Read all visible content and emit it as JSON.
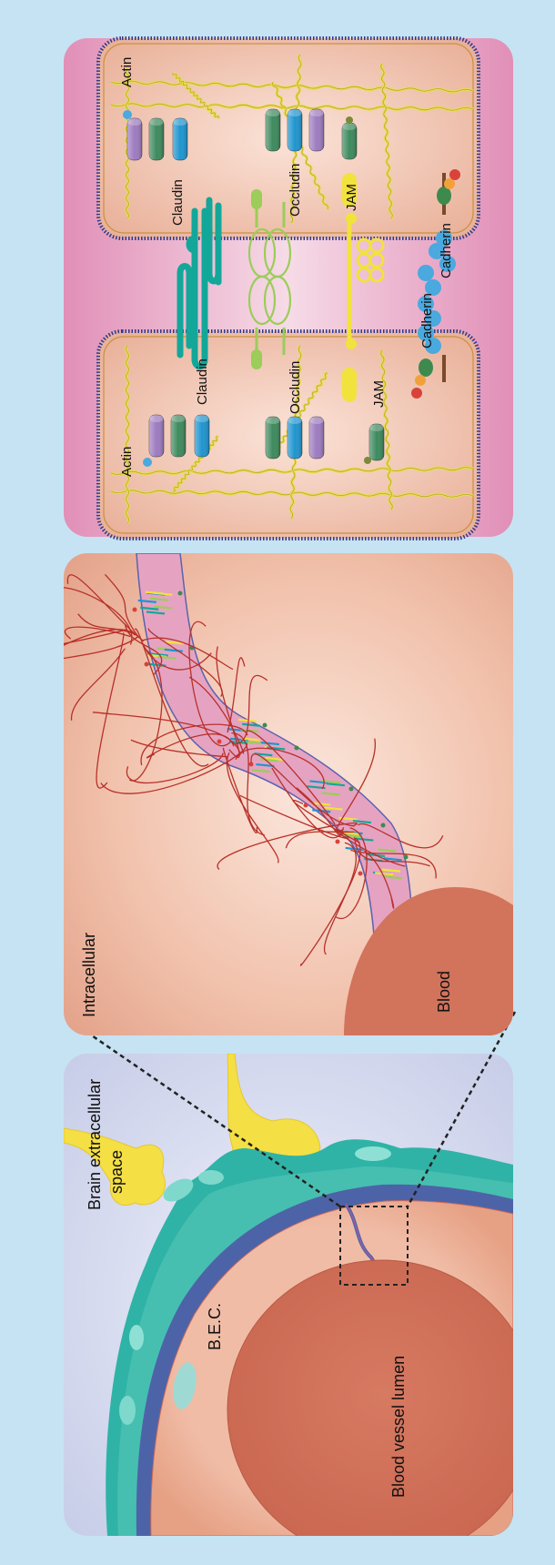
{
  "panel_left": {
    "extracellular_label_line1": "Brain extracellular",
    "extracellular_label_line2": "space",
    "bec_label": "B.E.C.",
    "lumen_label": "Blood vessel lumen"
  },
  "panel_middle": {
    "intracellular_label": "Intracellular",
    "blood_label": "Blood"
  },
  "panel_right": {
    "actin_top": "Actin",
    "actin_bottom": "Actin",
    "claudin_top": "Claudin",
    "claudin_bottom": "Claudin",
    "occludin_top": "Occludin",
    "occludin_bottom": "Occludin",
    "jam_top": "JAM",
    "jam_bottom": "JAM",
    "cadherin_top": "Cadherin",
    "cadherin_bottom": "Cadherin"
  },
  "colors": {
    "background": "#c6e3f3",
    "endothelial": "#e7a88f",
    "blood": "#d2735c",
    "astrocyte_teal": "#2fb3a6",
    "astrocyte_yellow": "#f5e04a",
    "basement_membrane": "#4d63a8",
    "junction_band": "#e5a3c1",
    "claudin": "#1f95cf",
    "occludin": "#9ccc5a",
    "jam": "#f2e23c",
    "cadherin": "#4aa9de",
    "actin": "#e8dc50"
  }
}
